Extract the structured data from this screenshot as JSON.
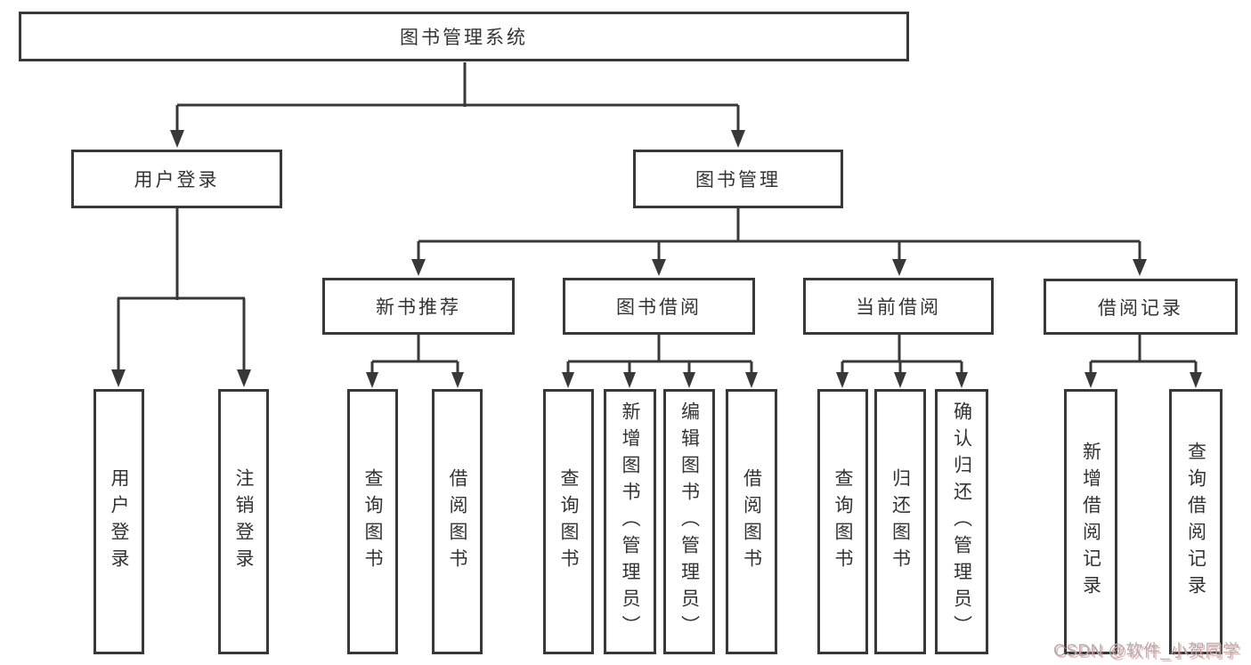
{
  "diagram": {
    "root": {
      "label": "图书管理系统"
    },
    "branches": [
      {
        "label": "用户登录",
        "children": [
          "用户登录",
          "注销登录"
        ]
      },
      {
        "label": "图书管理",
        "sections": [
          {
            "label": "新书推荐",
            "children": [
              "查询图书",
              "借阅图书"
            ]
          },
          {
            "label": "图书借阅",
            "children": [
              "查询图书",
              "新增图书（管理员）",
              "编辑图书（管理员）",
              "借阅图书"
            ]
          },
          {
            "label": "当前借阅",
            "children": [
              "查询图书",
              "归还图书",
              "确认归还（管理员）"
            ]
          },
          {
            "label": "借阅记录",
            "children": [
              "新增借阅记录",
              "查询借阅记录"
            ]
          }
        ]
      }
    ]
  },
  "watermark": {
    "text": "CSDN @软件_小贺同学"
  },
  "colors": {
    "line": "#383838",
    "text": "#333333",
    "background": "#ffffff",
    "watermark_gray": "#b0b0b0",
    "watermark_accent": "#e67878"
  }
}
